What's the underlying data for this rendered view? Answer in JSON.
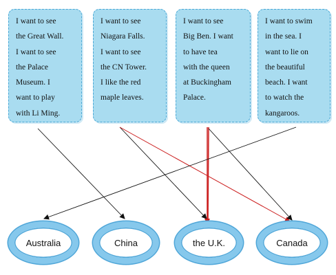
{
  "cards": [
    {
      "id": "china-card",
      "lines": [
        "I want to see",
        "the Great Wall.",
        "I want to see",
        "the Palace",
        "Museum. I",
        "want to play",
        "with Li Ming."
      ]
    },
    {
      "id": "canada-card",
      "lines": [
        "I want to see",
        "Niagara Falls.",
        "I want to see",
        "the CN Tower.",
        "I like the red",
        "maple leaves."
      ]
    },
    {
      "id": "uk-card",
      "lines": [
        "I want to see",
        "Big Ben. I want",
        "to have tea",
        "with the queen",
        "at Buckingham",
        "Palace."
      ]
    },
    {
      "id": "australia-card",
      "lines": [
        "I want to swim",
        "in the sea. I",
        "want to lie on",
        "the beautiful",
        "beach. I want",
        "to watch the",
        "kangaroos."
      ]
    }
  ],
  "countries": [
    {
      "id": "australia",
      "label": "Australia"
    },
    {
      "id": "china",
      "label": "China"
    },
    {
      "id": "uk",
      "label": "the U.K."
    },
    {
      "id": "canada",
      "label": "Canada"
    }
  ],
  "colors": {
    "card_fill": "#a9dcf0",
    "card_border": "#4aa8d6",
    "oval_ring": "#86c8ec",
    "line_black": "#111111",
    "line_red": "#cc1f1f"
  },
  "connections": [
    {
      "from": 0,
      "to": 1,
      "color": "black"
    },
    {
      "from": 1,
      "to": 2,
      "color": "black"
    },
    {
      "from": 1,
      "to": 3,
      "color": "red"
    },
    {
      "from": 2,
      "to": 2,
      "color": "red"
    },
    {
      "from": 2,
      "to": 3,
      "color": "black"
    },
    {
      "from": 3,
      "to": 0,
      "color": "black"
    }
  ]
}
